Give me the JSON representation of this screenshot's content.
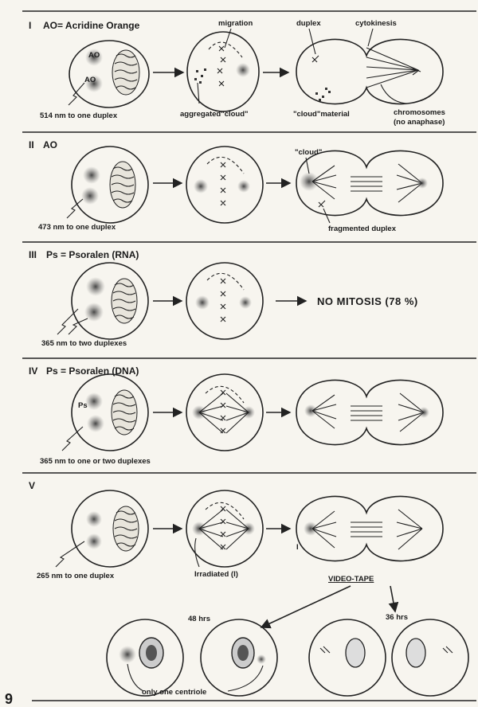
{
  "figure_number": "9",
  "sections": [
    {
      "numeral": "I",
      "title": "AO= Acridine Orange",
      "labels": {
        "migration": "migration",
        "duplex": "duplex",
        "cytokinesis": "cytokinesis",
        "ao1": "AO",
        "ao2": "AO",
        "dose": "514 nm to one duplex",
        "aggregated": "aggregated\"cloud\"",
        "cloud_material": "\"cloud\"material",
        "chromosomes": "chromosomes",
        "no_anaphase": "(no anaphase)"
      }
    },
    {
      "numeral": "II",
      "title": "AO",
      "labels": {
        "cloud": "\"cloud\"",
        "dose": "473 nm to one duplex",
        "fragmented": "fragmented duplex"
      }
    },
    {
      "numeral": "III",
      "title": "Ps = Psoralen (RNA)",
      "labels": {
        "no_mitosis": "NO MITOSIS (78 %)",
        "dose": "365 nm to two duplexes"
      }
    },
    {
      "numeral": "IV",
      "title": "Ps = Psoralen (DNA)",
      "labels": {
        "ps": "Ps",
        "dose": "365 nm to one or two duplexes"
      }
    },
    {
      "numeral": "V",
      "title": "",
      "labels": {
        "dose": "265 nm to one duplex",
        "irradiated": "Irradiated (I)",
        "i_mark": "I",
        "video_tape": "VIDEO-TAPE",
        "hrs48": "48 hrs",
        "hrs36": "36 hrs",
        "centriole": "only one centriole"
      }
    }
  ]
}
